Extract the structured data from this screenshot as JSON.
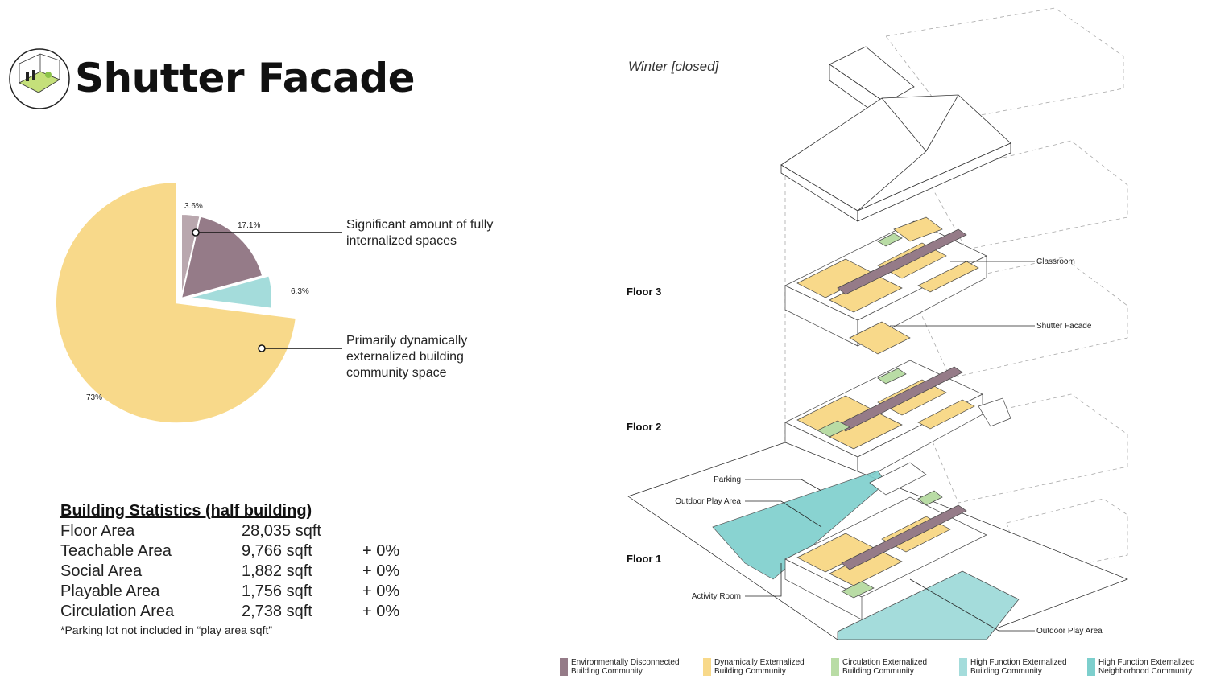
{
  "page": {
    "title": "Shutter Facade",
    "logo_icon": "building-diorama-icon"
  },
  "chart_data": {
    "type": "pie",
    "title": "",
    "slices": [
      {
        "label": "3.6%",
        "value": 3.6,
        "color": "#b9a7ae"
      },
      {
        "label": "17.1%",
        "value": 17.1,
        "color": "#957b88"
      },
      {
        "label": "6.3%",
        "value": 6.3,
        "color": "#a4dcdb"
      },
      {
        "label": "73%",
        "value": 73.0,
        "color": "#f8d98a"
      }
    ],
    "exploded": [
      false,
      false,
      true,
      true
    ],
    "annotations": [
      {
        "text": "Significant amount of fully internalized spaces",
        "lines": [
          "Significant amount of fully",
          "internalized spaces"
        ],
        "target": "17.1%"
      },
      {
        "text": "Primarily dynamically externalized building community space",
        "lines": [
          "Primarily dynamically",
          "externalized building",
          "community space"
        ],
        "target": "73%"
      }
    ]
  },
  "stats": {
    "heading": "Building Statistics (half building)",
    "rows": [
      {
        "name": "Floor Area",
        "value": "28,035 sqft",
        "change": ""
      },
      {
        "name": "Teachable Area",
        "value": "9,766 sqft",
        "change": "+ 0%"
      },
      {
        "name": "Social Area",
        "value": "1,882 sqft",
        "change": "+ 0%"
      },
      {
        "name": "Playable Area",
        "value": "1,756 sqft",
        "change": "+ 0%"
      },
      {
        "name": "Circulation Area",
        "value": "2,738 sqft",
        "change": "+ 0%"
      }
    ],
    "note": "*Parking lot not included in “play area sqft”"
  },
  "diagram": {
    "season": "Winter [closed]",
    "floors": [
      "Floor 3",
      "Floor 2",
      "Floor 1"
    ],
    "callouts": {
      "classroom": "Classroom",
      "shutter": "Shutter Facade",
      "parking": "Parking",
      "outdoor_left": "Outdoor Play Area",
      "activity": "Activity Room",
      "outdoor_right": "Outdoor Play Area"
    }
  },
  "legend": [
    {
      "line1": "Environmentally Disconnected",
      "line2": "Building Community",
      "color": "#957b88"
    },
    {
      "line1": "Dynamically Externalized",
      "line2": "Building Community",
      "color": "#f8d98a"
    },
    {
      "line1": "Circulation Externalized",
      "line2": "Building Community",
      "color": "#b9dca5"
    },
    {
      "line1": "High Function Externalized",
      "line2": "Building Community",
      "color": "#a4dcdb"
    },
    {
      "line1": "High Function Externalized",
      "line2": "Neighborhood Community",
      "color": "#7dcfcd"
    }
  ]
}
